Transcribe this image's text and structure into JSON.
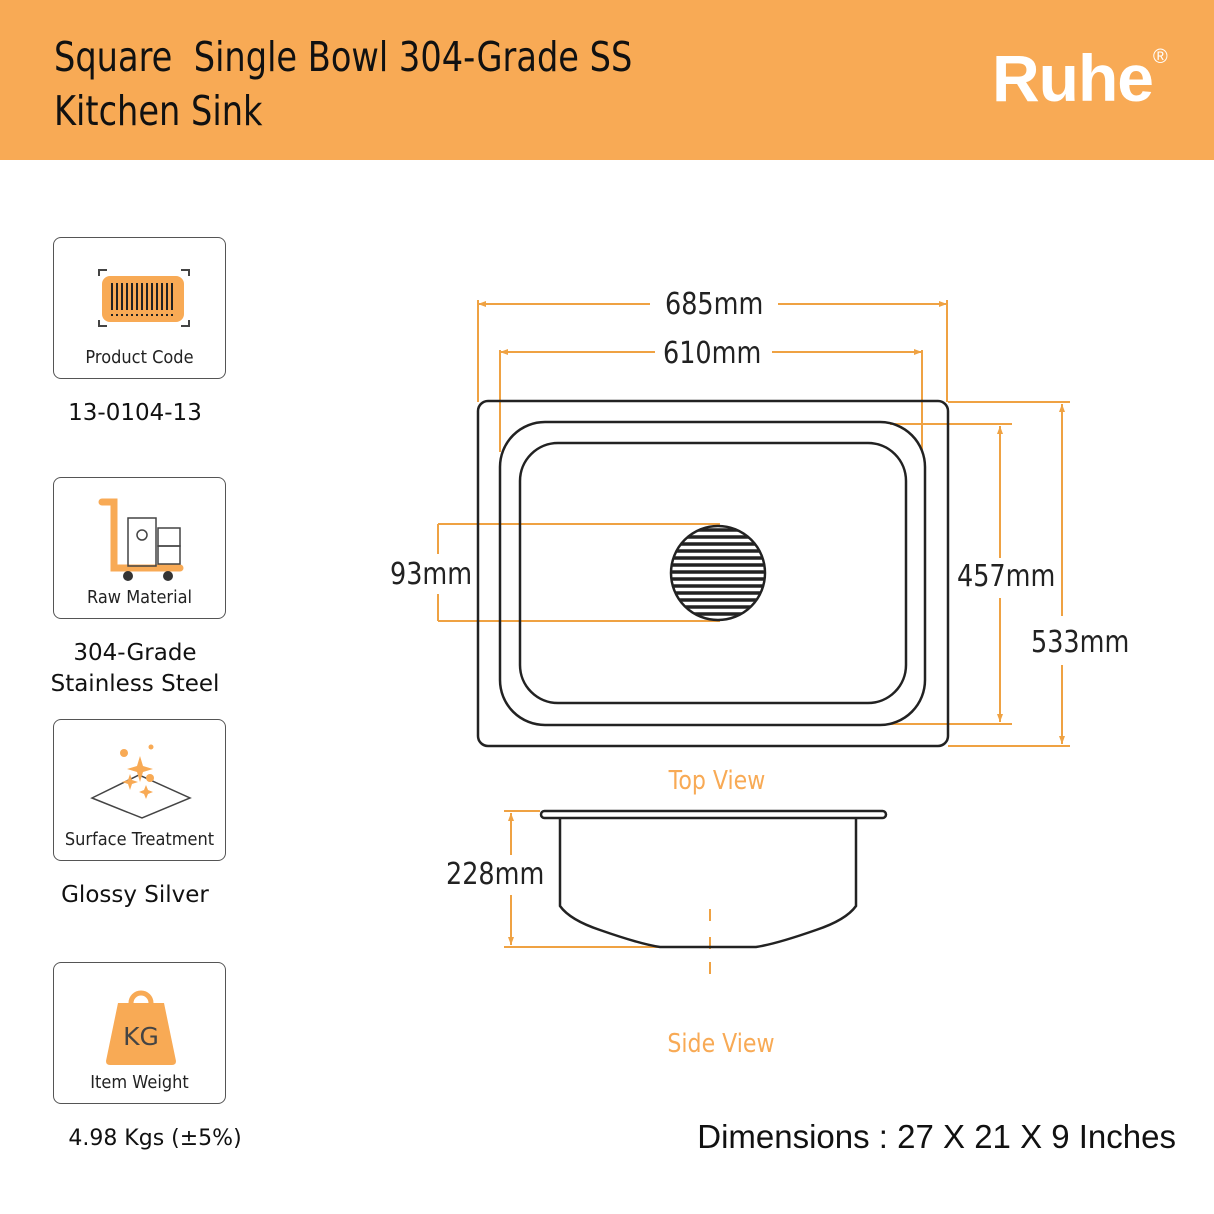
{
  "header": {
    "title_line1": "Square  Single Bowl 304-Grade SS",
    "title_line2": "Kitchen Sink",
    "brand": "Ruhe",
    "registered": "®"
  },
  "specs": [
    {
      "label": "Product Code",
      "value": "13-0104-13",
      "icon": "barcode-icon"
    },
    {
      "label": "Raw Material",
      "value_line1": "304-Grade",
      "value_line2": "Stainless Steel",
      "icon": "cart-icon"
    },
    {
      "label": "Surface Treatment",
      "value": "Glossy Silver",
      "icon": "sparkle-icon"
    },
    {
      "label": "Item Weight",
      "value": "4.98 Kgs (±5%)",
      "icon": "weight-icon",
      "icon_text": "KG"
    }
  ],
  "diagram": {
    "outer_width": "685mm",
    "inner_width": "610mm",
    "drain": "93mm",
    "inner_length": "457mm",
    "outer_length": "533mm",
    "depth": "228mm",
    "top_view": "Top View",
    "side_view": "Side View"
  },
  "dimensions": "Dimensions : 27 X 21 X 9 Inches",
  "colors": {
    "accent": "#F8AA55",
    "line": "#EFA243"
  }
}
